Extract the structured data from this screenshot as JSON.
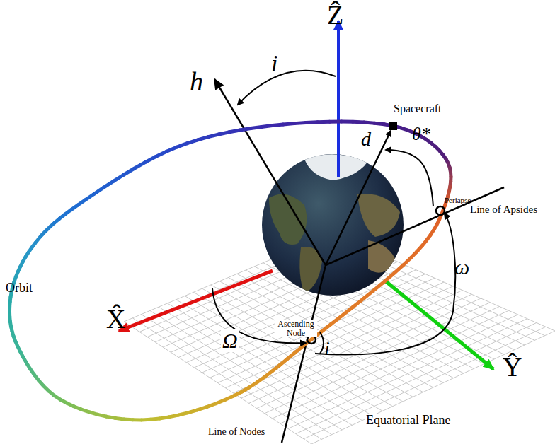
{
  "diagram": {
    "labels": [
      "Ẑ",
      "h",
      "i",
      "Spacecraft",
      "d",
      "θ*",
      "Periapse",
      "Line of Apsides",
      "ω",
      "Orbit",
      "X̂",
      "Ascending Node",
      "Ω",
      "i",
      "Ŷ",
      "Line of Nodes",
      "Equatorial Plane"
    ]
  }
}
